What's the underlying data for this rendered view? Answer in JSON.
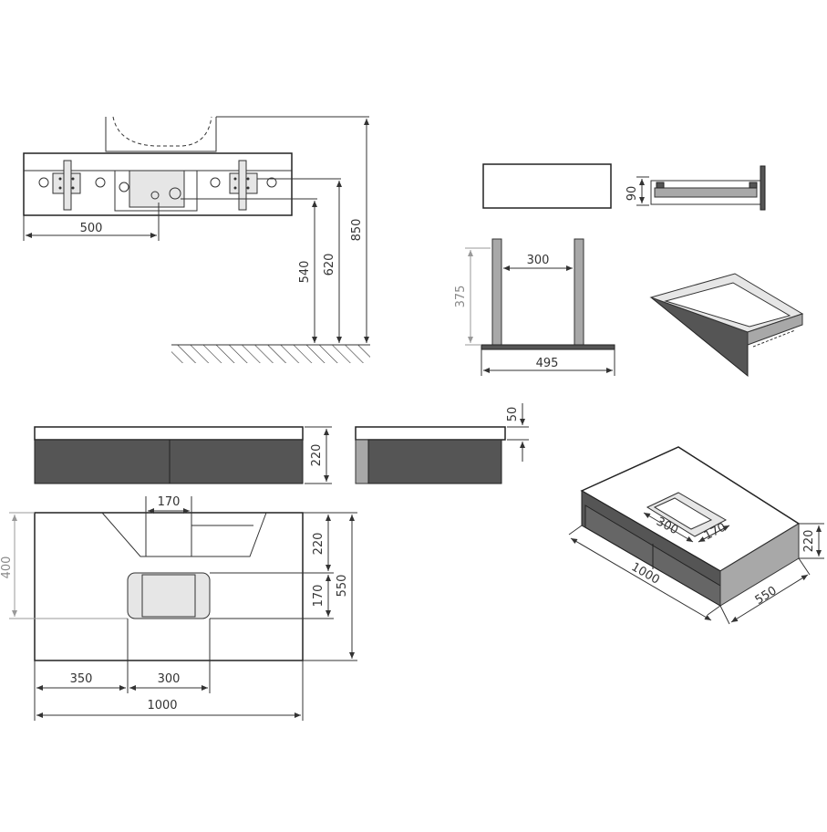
{
  "dimensions": {
    "wall_width": "500",
    "height_540": "540",
    "height_620": "620",
    "height_850": "850",
    "drawer_front_height": "90",
    "frame_inner_width": "300",
    "frame_height": "375",
    "frame_width": "495",
    "cabinet_height": "220",
    "top_thickness": "50",
    "top_cutout_width": "170",
    "plan_depth_upper": "220",
    "plan_cutout_depth": "170",
    "plan_total_depth": "550",
    "plan_left_400": "400",
    "plan_offset_350": "350",
    "plan_cutout_300": "300",
    "plan_total_width": "1000",
    "iso_cutout_300": "300",
    "iso_cutout_170": "170",
    "iso_width": "1000",
    "iso_depth": "550",
    "iso_height": "220"
  },
  "colors": {
    "line": "#222222",
    "panel_dark": "#555555",
    "panel_grey": "#a8a8a8"
  }
}
